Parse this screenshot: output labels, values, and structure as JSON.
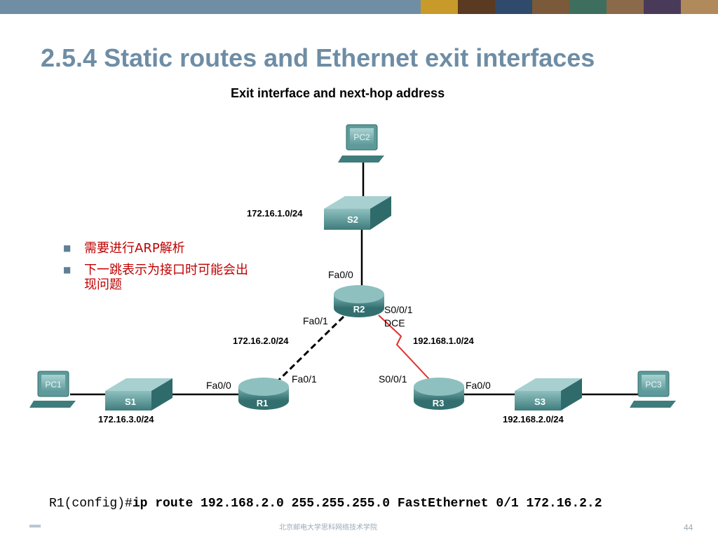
{
  "slide": {
    "title": "2.5.4 Static routes and Ethernet exit interfaces",
    "diagram_title": "Exit interface and next-hop address",
    "bullets": [
      "需要进行ARP解析",
      "下一跳表示为接口时可能会出现问题"
    ],
    "command": {
      "prompt": "R1(config)#",
      "text": "ip route 192.168.2.0 255.255.255.0 FastEthernet 0/1 172.16.2.2"
    },
    "footer": "北京邮电大学思科网络技术学院",
    "page_number": "44"
  },
  "topology": {
    "devices": {
      "pc1": "PC1",
      "pc2": "PC2",
      "pc3": "PC3",
      "s1": "S1",
      "s2": "S2",
      "s3": "S3",
      "r1": "R1",
      "r2": "R2",
      "r3": "R3"
    },
    "networks": {
      "n1": "172.16.1.0/24",
      "n2": "172.16.2.0/24",
      "n3": "172.16.3.0/24",
      "n4": "192.168.1.0/24",
      "n5": "192.168.2.0/24"
    },
    "interfaces": {
      "r2_fa00": "Fa0/0",
      "r2_fa01": "Fa0/1",
      "r2_s001": "S0/0/1",
      "r2_dce": "DCE",
      "r1_fa00": "Fa0/0",
      "r1_fa01": "Fa0/1",
      "r3_s001": "S0/0/1",
      "r3_fa00": "Fa0/0"
    },
    "colors": {
      "device": "#4f8c8c",
      "device_dark": "#2f6b6b",
      "serial_link": "#e23030",
      "title": "#6e8da5",
      "bullet_text": "#c00000"
    }
  }
}
